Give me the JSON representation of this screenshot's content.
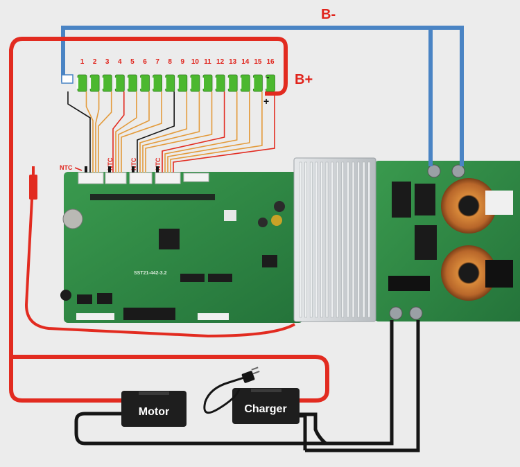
{
  "cell_numbers": [
    "1",
    "2",
    "3",
    "4",
    "5",
    "6",
    "7",
    "8",
    "9",
    "10",
    "11",
    "12",
    "13",
    "14",
    "15",
    "16"
  ],
  "labels": {
    "b_minus": "B-",
    "b_plus": "B+",
    "neg_sign": "-",
    "pos_sign": "+",
    "ntc": "NTC",
    "motor": "Motor",
    "charger": "Charger"
  },
  "board": {
    "model": "SST21-442-3.2"
  },
  "colors": {
    "background": "#ececec",
    "red_wire": "#e22b20",
    "blue_wire": "#4a84c4",
    "black_wire": "#151515",
    "orange_wire": "#e39a3a",
    "cell_green": "#4cb82f",
    "pcb_green": "#2f8a43",
    "heatsink": "#cfd3d6",
    "label_red": "#e0231b"
  },
  "icons": [
    "battery-cell-icon",
    "ntc-sensor-icon",
    "charger-plug-icon",
    "toroid-inductor-icon"
  ]
}
